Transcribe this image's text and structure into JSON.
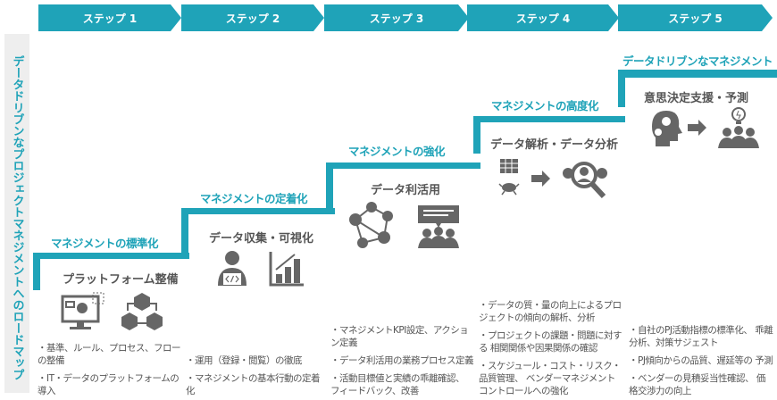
{
  "steps": [
    "ステップ 1",
    "ステップ 2",
    "ステップ 3",
    "ステップ 4",
    "ステップ 5"
  ],
  "side_title": "データドリブンなプロジェクトマネジメントへのロードマップ",
  "levels": [
    {
      "title": "マネジメントの標準化",
      "subtitle": "プラットフォーム整備",
      "bullets": [
        "・基準、ルール、プロセス、フローの整備",
        "・IT・データのプラットフォームの導入"
      ]
    },
    {
      "title": "マネジメントの定着化",
      "subtitle": "データ収集・可視化",
      "bullets": [
        "・運用（登録・閲覧）の徹底",
        "・マネジメントの基本行動の定着化"
      ]
    },
    {
      "title": "マネジメントの強化",
      "subtitle": "データ利活用",
      "bullets": [
        "・マネジメントKPI設定、アクション定義",
        "・データ利活用の業務プロセス定義",
        "・活動目標値と実績の乖離確認、\nフィードバック、改善"
      ]
    },
    {
      "title": "マネジメントの高度化",
      "subtitle": "データ解析・データ分析",
      "bullets": [
        "・データの質・量の向上によるプロ\nジェクトの傾向の解析、分析",
        "・プロジェクトの課題・問題に対する\n相関関係や因果関係の確認",
        "・スケジュール・コスト・リスク・品質管理、\nベンダーマネジメントコントロールへの強化"
      ]
    },
    {
      "title": "データドリブンなマネジメント",
      "subtitle": "意思決定支援・予測",
      "bullets": [
        "・自社のPJ活動指標の標準化、\n乖離分析、対策サジェスト",
        "・PJ傾向からの品質、遅延等の\n予測",
        "・ベンダーの見積妥当性確認、\n 価格交渉力の向上"
      ]
    }
  ],
  "colors": {
    "accent": "#1fa3b8",
    "icon": "#666666",
    "band": "#eeeeee"
  }
}
